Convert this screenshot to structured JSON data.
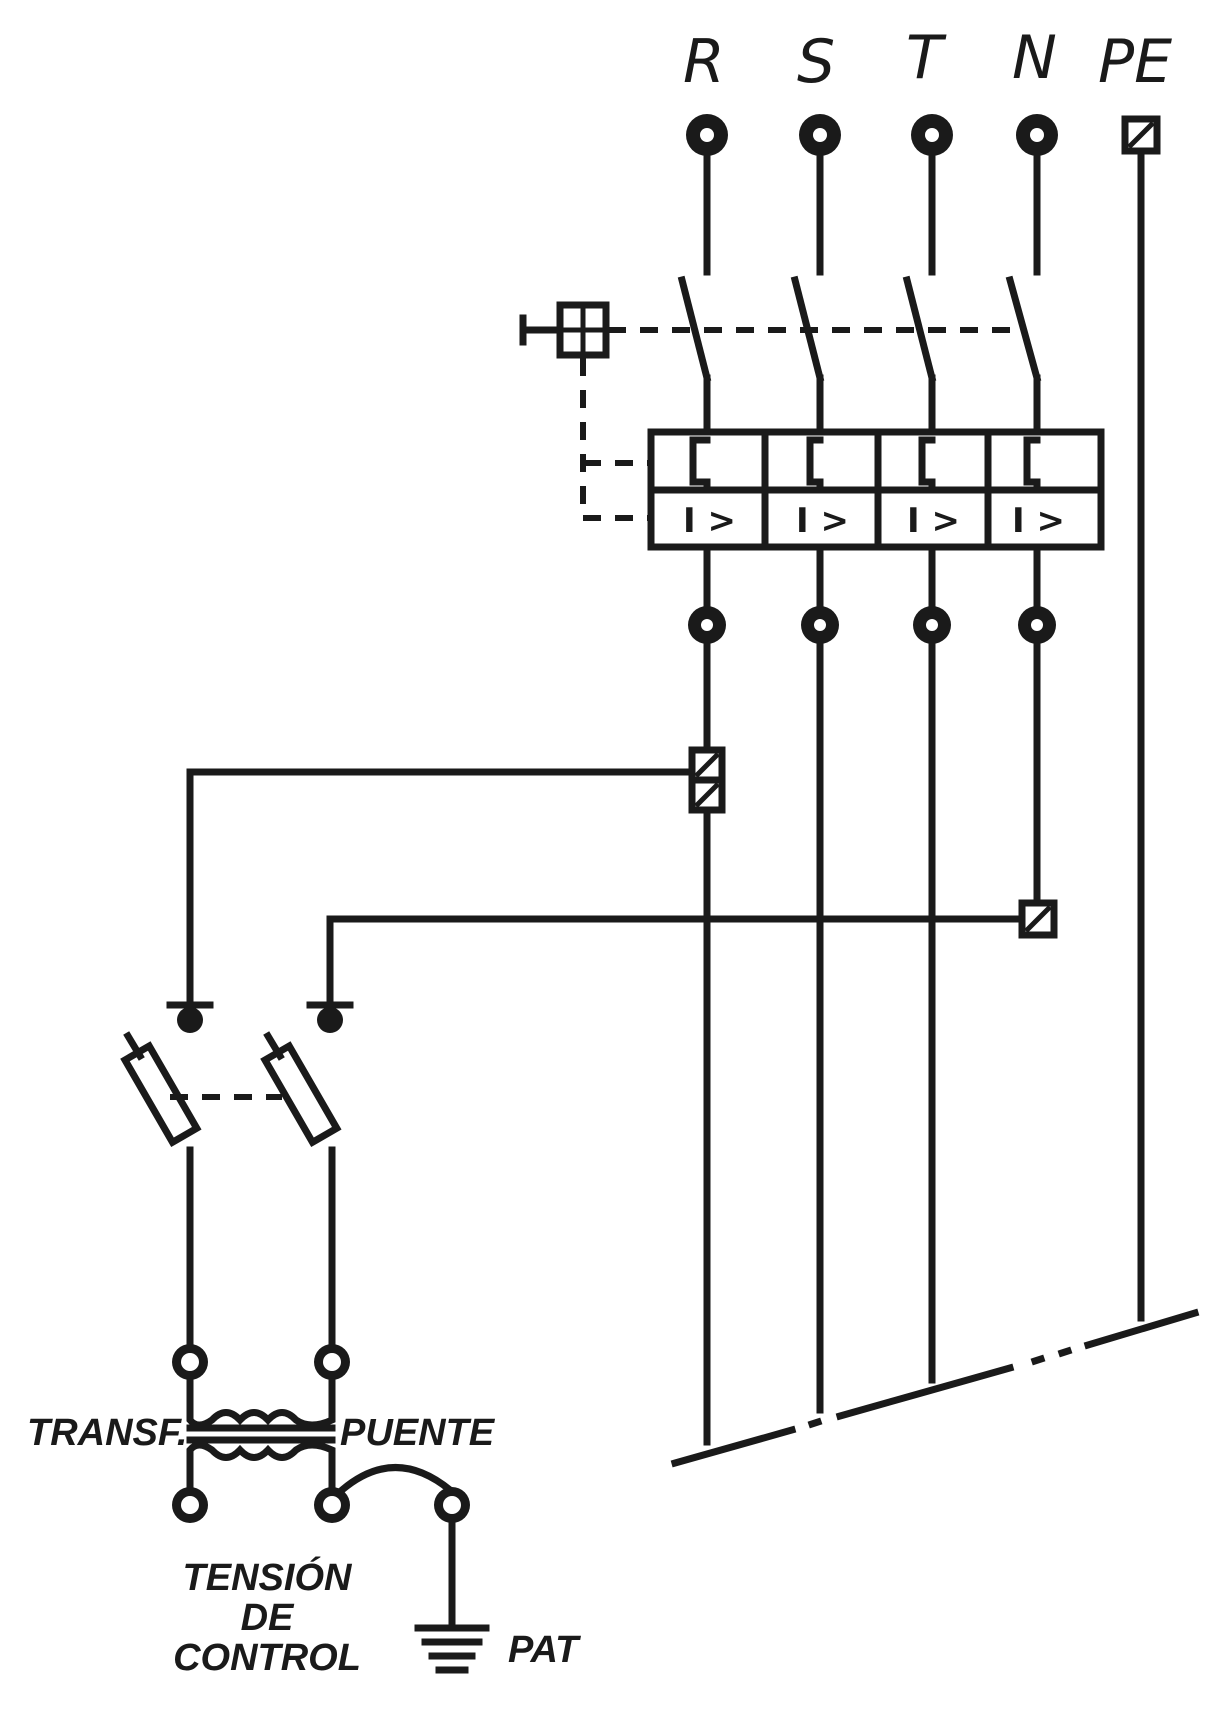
{
  "terminals": {
    "r": "R",
    "s": "S",
    "t": "T",
    "n": "N",
    "pe": "PE"
  },
  "trip_units": [
    "I >",
    "I >",
    "I >",
    "I >"
  ],
  "labels": {
    "transformer": "TRANSF.",
    "bridge": "PUENTE",
    "control_voltage_line1": "TENSIÓN",
    "control_voltage_line2": "DE",
    "control_voltage_line3": "CONTROL",
    "ground": "PAT"
  }
}
